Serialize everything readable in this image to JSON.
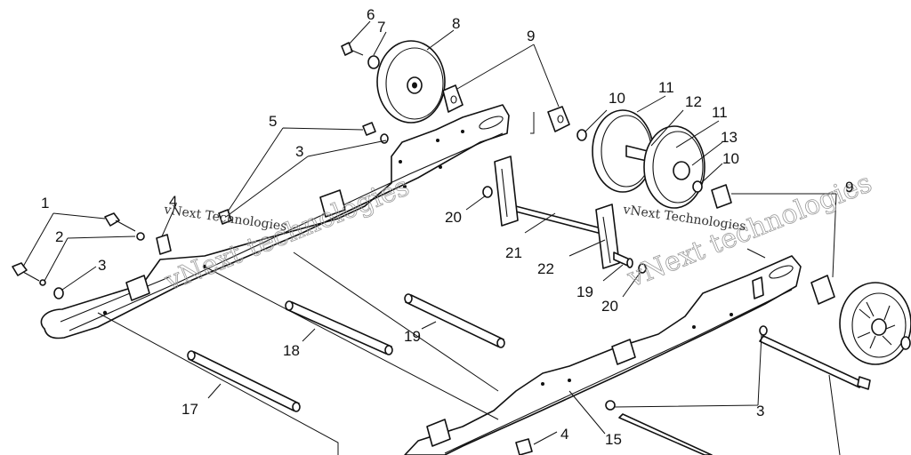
{
  "callouts": [
    {
      "id": "c1",
      "text": "1"
    },
    {
      "id": "c2",
      "text": "2"
    },
    {
      "id": "c3a",
      "text": "3"
    },
    {
      "id": "c3b",
      "text": "3"
    },
    {
      "id": "c3c",
      "text": "3"
    },
    {
      "id": "c4a",
      "text": "4"
    },
    {
      "id": "c4b",
      "text": "4"
    },
    {
      "id": "c5",
      "text": "5"
    },
    {
      "id": "c6",
      "text": "6"
    },
    {
      "id": "c7",
      "text": "7"
    },
    {
      "id": "c8",
      "text": "8"
    },
    {
      "id": "c9a",
      "text": "9"
    },
    {
      "id": "c9b",
      "text": "9"
    },
    {
      "id": "c10a",
      "text": "10"
    },
    {
      "id": "c10b",
      "text": "10"
    },
    {
      "id": "c11a",
      "text": "11"
    },
    {
      "id": "c11b",
      "text": "11"
    },
    {
      "id": "c12",
      "text": "12"
    },
    {
      "id": "c13",
      "text": "13"
    },
    {
      "id": "c15",
      "text": "15"
    },
    {
      "id": "c17",
      "text": "17"
    },
    {
      "id": "c18",
      "text": "18"
    },
    {
      "id": "c19a",
      "text": "19"
    },
    {
      "id": "c19b",
      "text": "19"
    },
    {
      "id": "c20a",
      "text": "20"
    },
    {
      "id": "c20b",
      "text": "20"
    },
    {
      "id": "c21",
      "text": "21"
    },
    {
      "id": "c22",
      "text": "22"
    }
  ],
  "watermarks": [
    {
      "id": "wm1",
      "small": "vNext Technologies",
      "large": "vNext technologies"
    },
    {
      "id": "wm2",
      "small": "vNext Technologies",
      "large": "vNext technologies"
    }
  ]
}
